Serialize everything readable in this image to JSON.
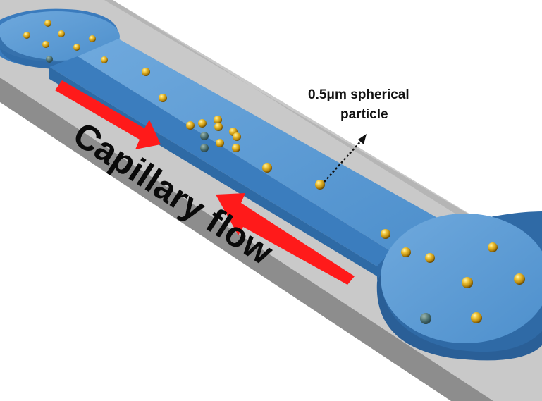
{
  "diagram": {
    "annotation": {
      "line1": "0.5μm spherical",
      "line2": "particle"
    },
    "flow_label": "Capillary flow",
    "colors": {
      "substrate_top": "#c8c8c8",
      "substrate_side": "#8e8e8e",
      "channel_fill": "#5b9bd5",
      "channel_wall": "#2e6fa8",
      "arrow": "#ff1a1a",
      "particle": "#e0b020",
      "particle_submerged": "#4a6f70"
    },
    "particle_count": 32
  }
}
